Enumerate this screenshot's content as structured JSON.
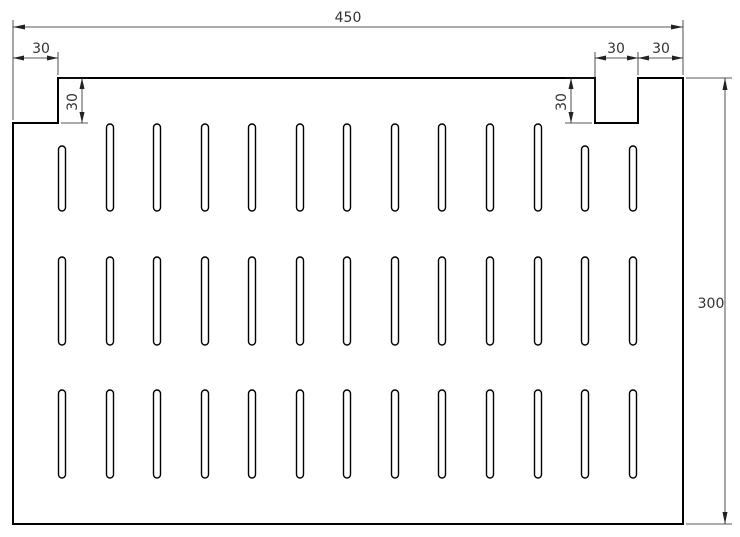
{
  "drawing": {
    "line_color": "#000000",
    "background": "#ffffff"
  },
  "dimensions": {
    "overall_width": "450",
    "left_notch_width": "30",
    "left_notch_depth": "30",
    "right_notch_depth": "30",
    "right_notch_width": "30",
    "right_tab_width": "30",
    "overall_height": "300"
  }
}
